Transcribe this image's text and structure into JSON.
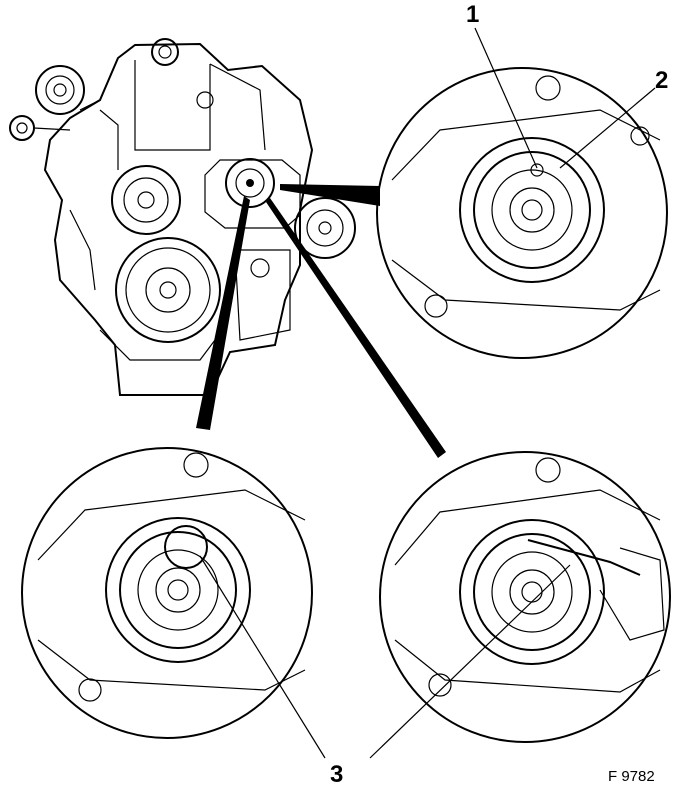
{
  "callouts": {
    "c1": "1",
    "c2": "2",
    "c3": "3"
  },
  "figure_id": "F 9782",
  "colors": {
    "ink": "#000000",
    "paper": "#ffffff"
  }
}
